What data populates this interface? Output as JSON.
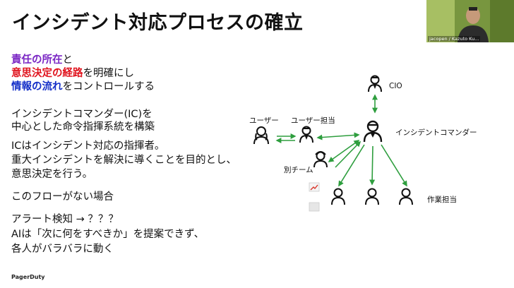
{
  "slide": {
    "title": "インシデント対応プロセスの確立",
    "intro": {
      "line1_highlight": "責任の所在",
      "line1_rest": "と",
      "line2_highlight": "意思決定の経路",
      "line2_rest": "を明確にし",
      "line3_highlight": "情報の流れ",
      "line3_rest": "をコントロールする"
    },
    "body": [
      "インシデントコマンダー(IC)を",
      "中心とした命令指揮系統を構築",
      "ICはインシデント対応の指揮者。",
      "重大インシデントを解決に導くことを目的とし、",
      "意思決定を行う。",
      "このフローがない場合",
      "アラート検知 → ？？？",
      "AIは「次に何をすべきか」を提案できず、",
      "各人がバラバラに動く"
    ],
    "footer_logo": "PagerDuty"
  },
  "diagram": {
    "labels": {
      "cio": "CIO",
      "user": "ユーザー",
      "user_owner": "ユーザー担当",
      "commander": "インシデントコマンダー",
      "other_team": "別チーム",
      "worker": "作業担当"
    }
  },
  "video_tile": {
    "participant_name": "jacopen / Kazuto Ku..."
  },
  "colors": {
    "highlight_purple": "#7a26c4",
    "highlight_red": "#e0141e",
    "highlight_blue": "#1530c8",
    "arrow_green": "#2e9e3e"
  }
}
